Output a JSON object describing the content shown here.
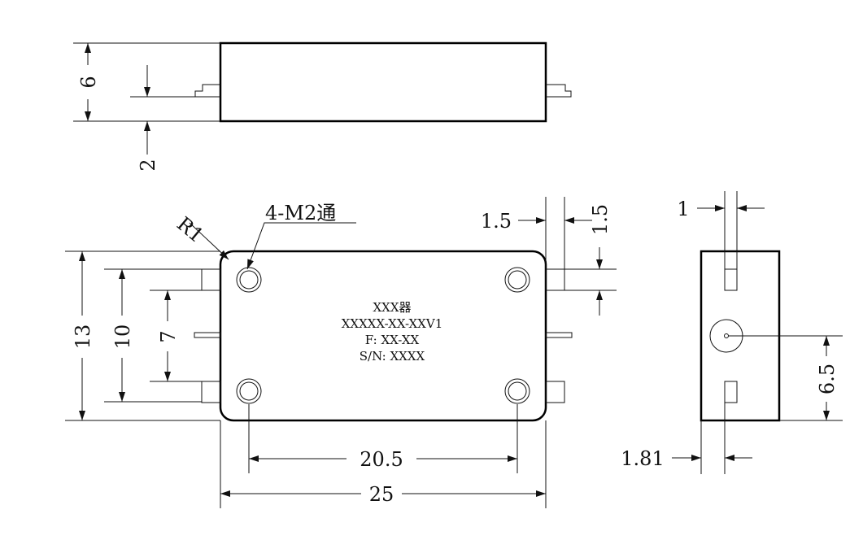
{
  "drawing": {
    "top_view": {
      "height_dim": "6",
      "pin_offset_dim": "2"
    },
    "front_view": {
      "corner_radius": "R1",
      "hole_callout": "4-M2通",
      "label_lines": [
        "XXX器",
        "XXXXX-XX-XXV1",
        "F: XX-XX",
        "S/N: XXXX"
      ],
      "dim_height_total": "13",
      "dim_height_10": "10",
      "dim_height_7": "7",
      "dim_hole_spacing": "20.5",
      "dim_length": "25",
      "dim_pin_width": "1.5",
      "dim_pin_height": "1.5"
    },
    "side_view": {
      "dim_pin_width": "1",
      "dim_connector_height": "6.5",
      "dim_pin_offset": "1.81"
    }
  }
}
